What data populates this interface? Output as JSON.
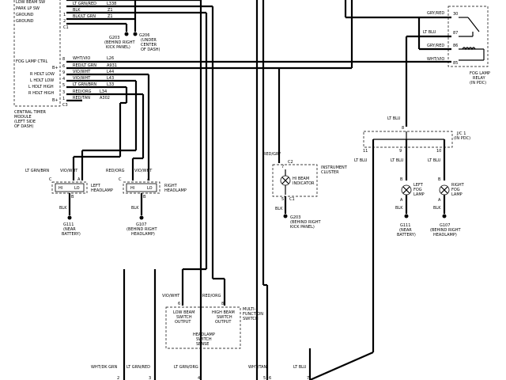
{
  "timer_module": {
    "pins_top": [
      {
        "label": "LOW BEAM SW",
        "pin": "",
        "color": "LT GRN/RED",
        "circuit": "L338"
      },
      {
        "label": "PARK LP SW",
        "pin": "",
        "color": "BLK",
        "circuit": "Z1"
      },
      {
        "label": "GROUND",
        "pin": "1",
        "color": "BLK/LT GRN",
        "circuit": "Z1"
      },
      {
        "label": "GROUND",
        "pin": "2",
        "color": "",
        "circuit": ""
      }
    ],
    "connector_c1": "C1",
    "pins_mid": [
      {
        "label": "FOG LAMP CTRL",
        "pin": "8",
        "color": "WHT/VIO",
        "circuit": "L26"
      },
      {
        "label": "B+",
        "pin": "6",
        "color": "RED/LT GRN",
        "circuit": "A931"
      },
      {
        "label": "R HDLT LOW",
        "pin": "9",
        "color": "VIO/WHT",
        "circuit": "L44"
      },
      {
        "label": "L HDLT LOW",
        "pin": "4",
        "color": "VIO/WHT",
        "circuit": "L43"
      },
      {
        "label": "L HDLT HIGH",
        "pin": "5",
        "color": "LT GRN/BRN",
        "circuit": "L33"
      },
      {
        "label": "R HDLT HIGH",
        "pin": "3",
        "color": "RED/ORG",
        "circuit": "L34"
      },
      {
        "label": "B+",
        "pin": "1",
        "color": "RED/TAN",
        "circuit": "A302"
      }
    ],
    "connector_c3": "C3",
    "title": [
      "CENTRAL TIMER",
      "MODULE",
      "(LEFT SIDE",
      "OF DASH)"
    ]
  },
  "grounds_top": {
    "g203": [
      "G203",
      "(BEHIND RIGHT",
      "KICK PANEL)"
    ],
    "g206": [
      "G206",
      "(UNDER",
      "CENTER",
      "OF DASH)"
    ]
  },
  "relay": {
    "pins": [
      {
        "pin": "30",
        "color": "GRY/RED"
      },
      {
        "pin": "87",
        "color": "LT BLU"
      },
      {
        "pin": "86",
        "color": "GRY/RED"
      },
      {
        "pin": "85",
        "color": "WHT/VIO"
      }
    ],
    "title": [
      "FOG LAMP",
      "RELAY",
      "(IN PDC)"
    ]
  },
  "left_headlamp": {
    "wire_left": "LT GRN/BRN",
    "wire_right": "VIO/WHT",
    "pin_c": "C",
    "pin_a": "A",
    "pin_b": "B",
    "hi": "HI",
    "lo": "LO",
    "title": [
      "LEFT",
      "HEADLAMP"
    ],
    "ground_color": "BLK",
    "ground": [
      "G111",
      "(NEAR",
      "BATTERY)"
    ]
  },
  "right_headlamp": {
    "wire_left": "RED/ORG",
    "wire_right": "VIO/WHT",
    "pin_c": "C",
    "pin_a": "A",
    "pin_b": "B",
    "hi": "HI",
    "lo": "LO",
    "title": [
      "RIGHT",
      "HEADLAMP"
    ],
    "ground_color": "BLK",
    "ground": [
      "G107",
      "(BEHIND RIGHT",
      "HEADLAMP)"
    ]
  },
  "instrument_cluster": {
    "wire": "RED/GRY",
    "connector": "C2",
    "pin_top": "7",
    "pin_bottom": "5",
    "connector_bottom": "C1",
    "indicator": [
      "HI BEAM",
      "INDICATOR"
    ],
    "title": [
      "INSTRUMENT",
      "CLUSTER"
    ],
    "ground_color": "BLK",
    "ground": [
      "G203",
      "(BEHIND RIGHT",
      "KICK PANEL)"
    ]
  },
  "jc1": {
    "wire_in": "LT BLU",
    "pin_in": "8",
    "title": [
      "J/C 1",
      "(IN PDC)"
    ],
    "out_pins": [
      "11",
      "9",
      "10"
    ],
    "out_colors": [
      "LT BLU",
      "LT BLU",
      "LT BLU"
    ]
  },
  "left_fog": {
    "pin_b": "B",
    "pin_a": "A",
    "title": [
      "LEFT",
      "FOG",
      "LAMP"
    ],
    "ground_color": "BLK",
    "ground": [
      "G111",
      "(NEAR",
      "BATTERY)"
    ]
  },
  "right_fog": {
    "pin_b": "B",
    "pin_a": "A",
    "title": [
      "RIGHT",
      "FOG",
      "LAMP"
    ],
    "ground_color": "BLK",
    "ground": [
      "G107",
      "(BEHIND RIGHT",
      "HEADLAMP)"
    ]
  },
  "mf_switch": {
    "wire_left": "VIO/WHT",
    "wire_right": "RED/ORG",
    "pin_left": "6",
    "pin_right": "8",
    "low_output": [
      "LOW BEAM",
      "SWITCH",
      "OUTPUT"
    ],
    "high_output": [
      "HIGH BEAM",
      "SWITCH",
      "OUTPUT"
    ],
    "sense": [
      "HEADLAMP",
      "SWITCH",
      "SENSE"
    ],
    "title": [
      "MULTI-",
      "FUNCTION",
      "SWITCH"
    ]
  },
  "bottom_wires": [
    {
      "color": "WHT/DK GRN",
      "pin": "2"
    },
    {
      "color": "LT GRN/RED",
      "pin": "3"
    },
    {
      "color": "LT GRN/ORG",
      "pin": "4"
    },
    {
      "color": "",
      "pin": "5"
    },
    {
      "color": "WHT/TAN",
      "pin": "6"
    },
    {
      "color": "LT BLU",
      "pin": "7"
    }
  ]
}
